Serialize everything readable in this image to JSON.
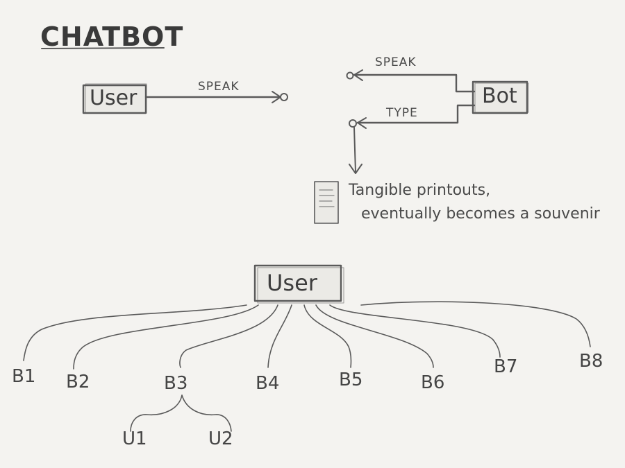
{
  "title": "CHATBOT",
  "top_diagram": {
    "user_box": "User",
    "bot_box": "Bot",
    "edge_user_speak": "SPEAK",
    "edge_bot_speak": "SPEAK",
    "edge_bot_type": "TYPE",
    "printout_note": {
      "line1": "Tangible printouts,",
      "line2": "eventually becomes a souvenir"
    },
    "printout_icon": "document-icon"
  },
  "tree": {
    "root": "User",
    "children": [
      {
        "id": "b1",
        "label": "B1"
      },
      {
        "id": "b2",
        "label": "B2"
      },
      {
        "id": "b3",
        "label": "B3"
      },
      {
        "id": "b4",
        "label": "B4"
      },
      {
        "id": "b5",
        "label": "B5"
      },
      {
        "id": "b6",
        "label": "B6"
      },
      {
        "id": "b7",
        "label": "B7"
      },
      {
        "id": "b8",
        "label": "B8"
      }
    ],
    "b3_children": [
      {
        "id": "u1",
        "label": "U1"
      },
      {
        "id": "u2",
        "label": "U2"
      }
    ]
  },
  "colors": {
    "background": "#f4f3f0",
    "stroke": "#5a5a5a",
    "box_fill": "#ebeae6"
  }
}
